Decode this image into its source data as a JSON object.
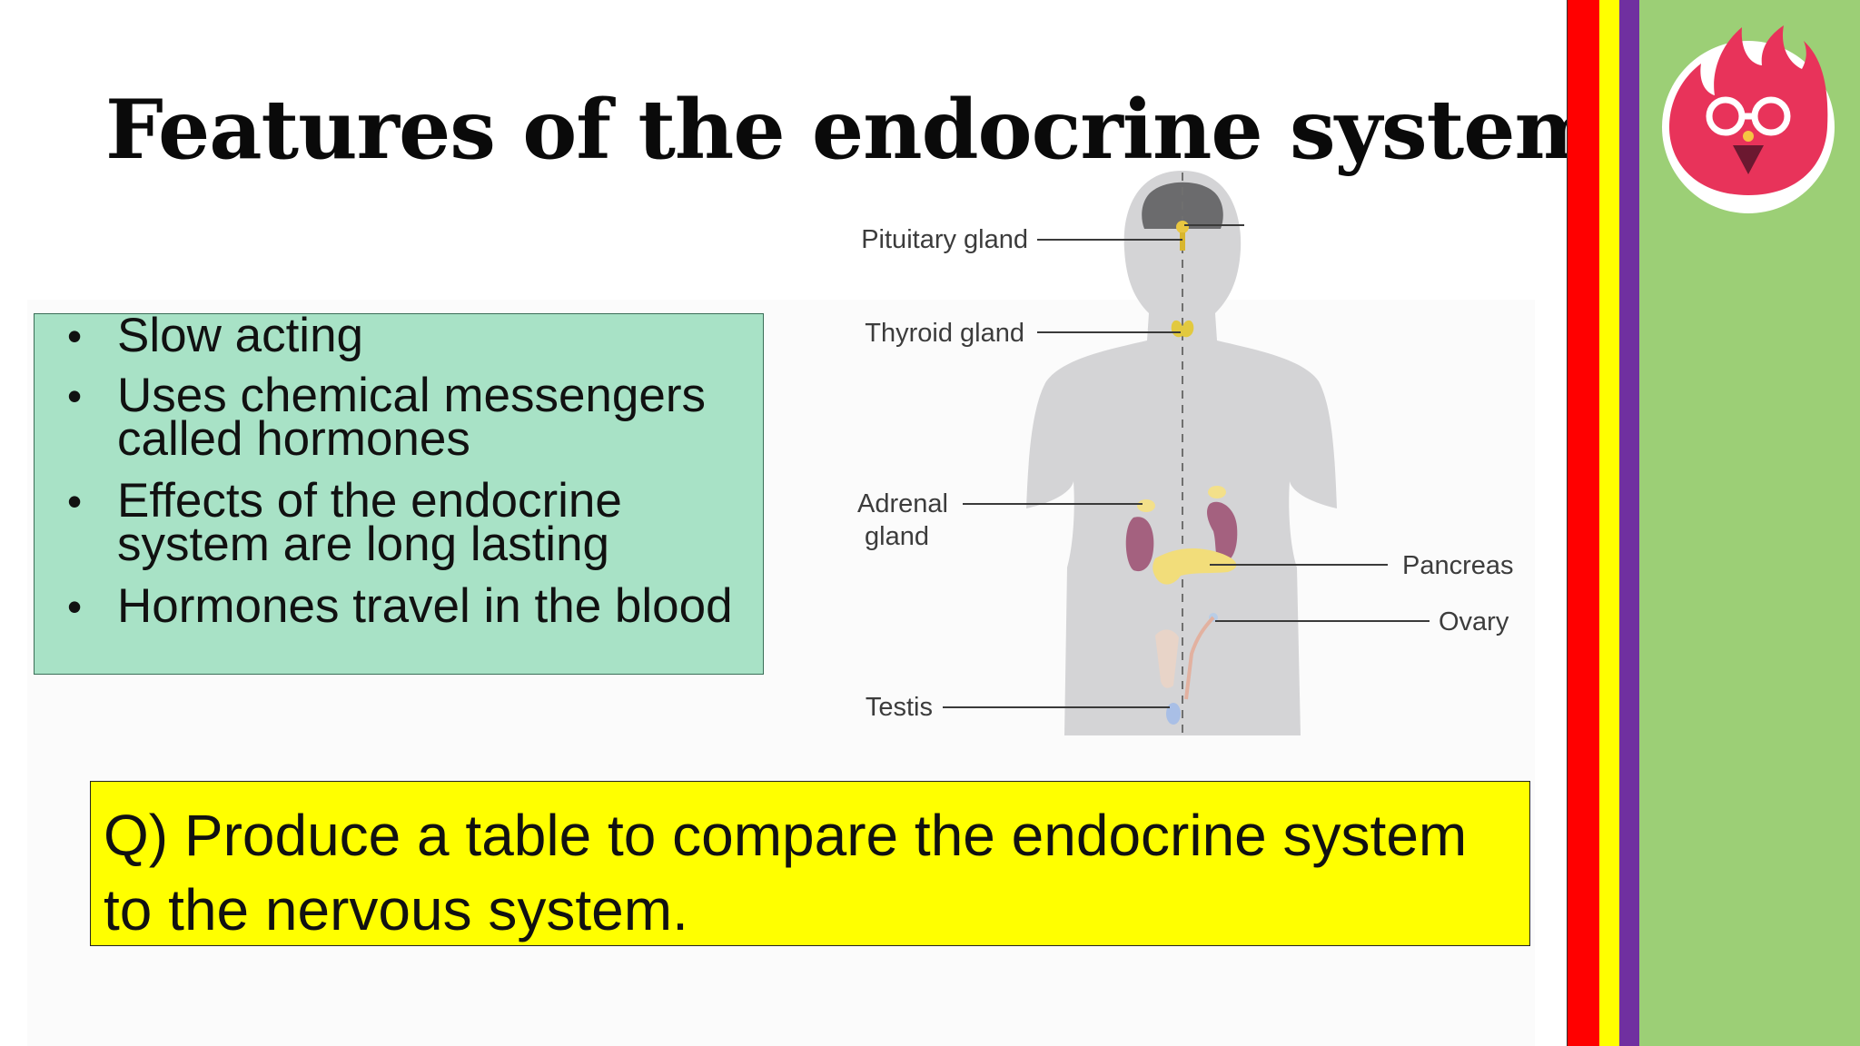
{
  "slide": {
    "title": "Features of the endocrine system",
    "bullets": [
      "Slow acting",
      "Uses chemical messengers called hormones",
      "Effects of the endocrine system are long lasting",
      "Hormones travel in the blood"
    ],
    "question": "Q) Produce a table to compare the endocrine system to the nervous system."
  },
  "diagram": {
    "labels": {
      "pituitary": "Pituitary gland",
      "thyroid": "Thyroid gland",
      "adrenal_line1": "Adrenal",
      "adrenal_line2": "gland",
      "pancreas": "Pancreas",
      "ovary": "Ovary",
      "testis": "Testis"
    }
  },
  "colors": {
    "bullet_box": "#a8e2c6",
    "question_box": "#ffff00",
    "stripe_red": "#ff0000",
    "stripe_yellow": "#ffff00",
    "stripe_purple": "#7030a0",
    "side_panel": "#9ccf76",
    "mascot": "#e8335a"
  },
  "icons": {
    "mascot": "red-flame-mascot-with-glasses-icon"
  }
}
